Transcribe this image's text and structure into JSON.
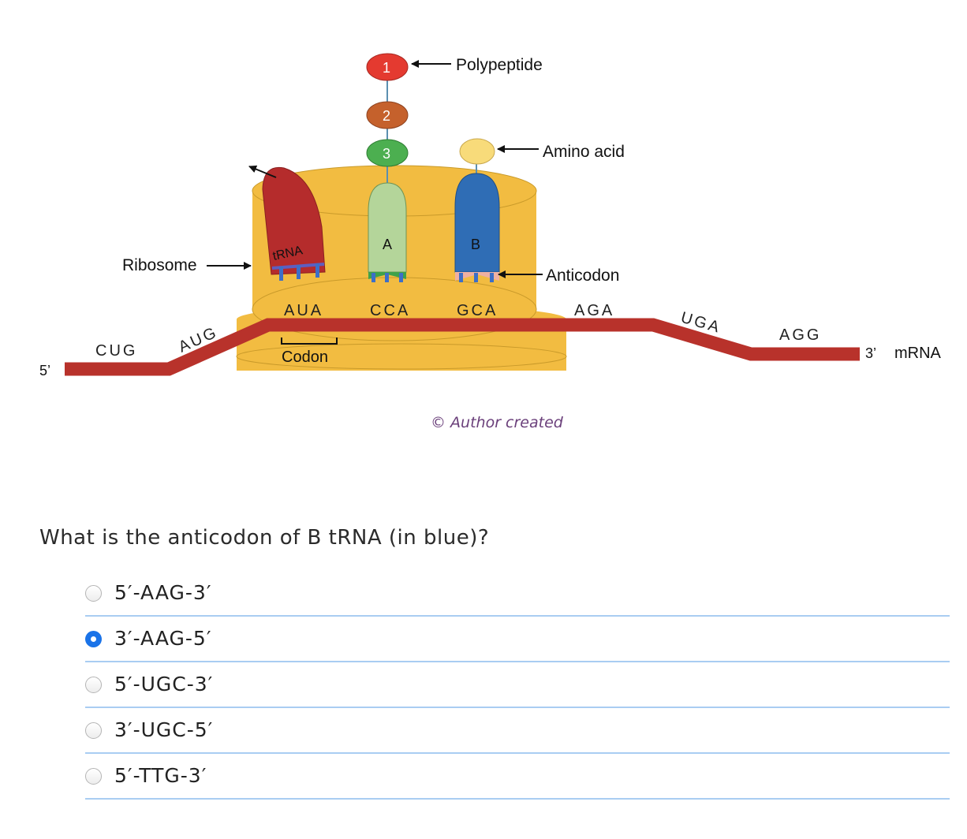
{
  "figure": {
    "labels": {
      "polypeptide": "Polypeptide",
      "amino_acid": "Amino acid",
      "ribosome": "Ribosome",
      "anticodon": "Anticodon",
      "codon": "Codon",
      "trna": "tRNA",
      "trna_a": "A",
      "trna_b": "B",
      "five_prime": "5’",
      "three_prime": "3’",
      "mrna": "mRNA"
    },
    "beads": [
      "1",
      "2",
      "3"
    ],
    "codons": {
      "cug": "CUG",
      "aug": "AUG",
      "aua": "AUA",
      "cca": "CCA",
      "gca": "GCA",
      "aga": "AGA",
      "uga": "UGA",
      "agg": "AGG"
    },
    "credit": "© Author created",
    "colors": {
      "ribosome": "#f2bc41",
      "mrna": "#b8322b",
      "trna_exiting": "#b52c2c",
      "trna_a": "#b4d59a",
      "trna_b": "#2f6db5",
      "amino_acid": "#f8db7a",
      "bead_1": "#e43a30",
      "bead_2": "#c5612c",
      "bead_3": "#4caf50"
    }
  },
  "question": {
    "text": "What is the anticodon of B tRNA (in blue)?",
    "options": [
      {
        "label": "5′-AAG-3′",
        "selected": false
      },
      {
        "label": "3′-AAG-5′",
        "selected": true
      },
      {
        "label": "5′-UGC-3′",
        "selected": false
      },
      {
        "label": "3′-UGC-5′",
        "selected": false
      },
      {
        "label": "5′-TTG-3′",
        "selected": false
      }
    ]
  }
}
